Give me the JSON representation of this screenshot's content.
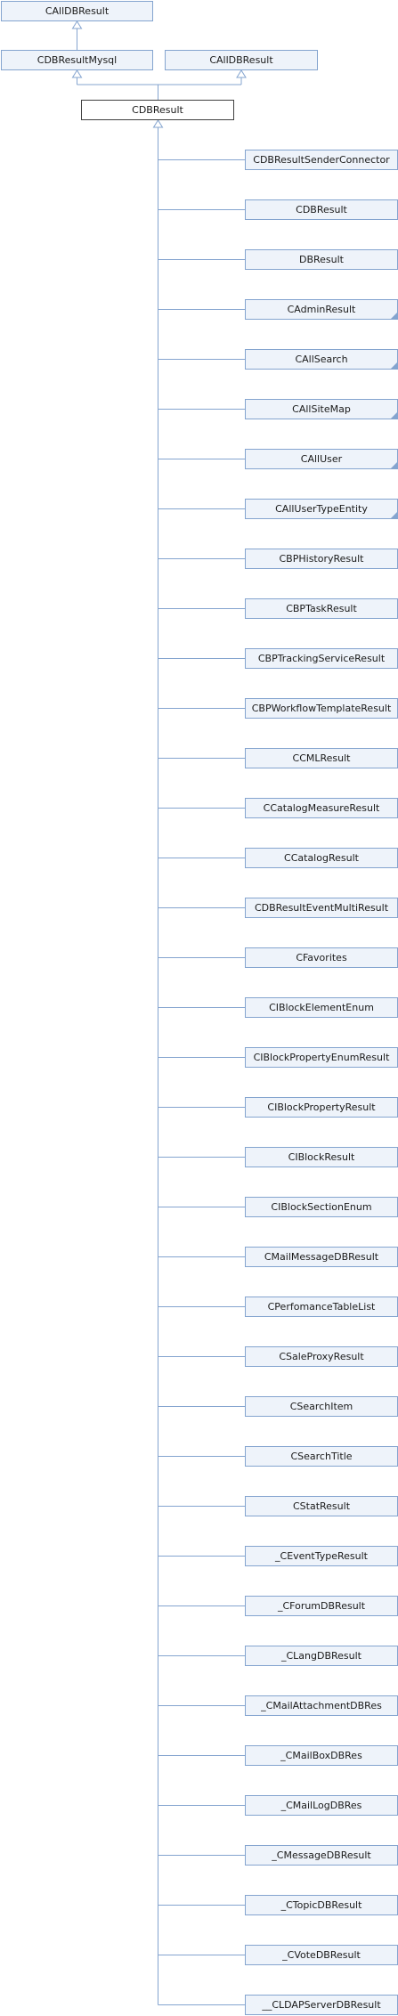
{
  "bases": {
    "top": "CAllDBResult",
    "mysql": "CDBResultMysql",
    "alldb": "CAllDBResult"
  },
  "current": "CDBResult",
  "children": [
    {
      "label": "CDBResultSenderConnector",
      "more": false
    },
    {
      "label": "CDBResult",
      "more": false
    },
    {
      "label": "DBResult",
      "more": false
    },
    {
      "label": "CAdminResult",
      "more": true
    },
    {
      "label": "CAllSearch",
      "more": true
    },
    {
      "label": "CAllSiteMap",
      "more": true
    },
    {
      "label": "CAllUser",
      "more": true
    },
    {
      "label": "CAllUserTypeEntity",
      "more": true
    },
    {
      "label": "CBPHistoryResult",
      "more": false
    },
    {
      "label": "CBPTaskResult",
      "more": false
    },
    {
      "label": "CBPTrackingServiceResult",
      "more": false
    },
    {
      "label": "CBPWorkflowTemplateResult",
      "more": false
    },
    {
      "label": "CCMLResult",
      "more": false
    },
    {
      "label": "CCatalogMeasureResult",
      "more": false
    },
    {
      "label": "CCatalogResult",
      "more": false
    },
    {
      "label": "CDBResultEventMultiResult",
      "more": false
    },
    {
      "label": "CFavorites",
      "more": false
    },
    {
      "label": "CIBlockElementEnum",
      "more": false
    },
    {
      "label": "CIBlockPropertyEnumResult",
      "more": false
    },
    {
      "label": "CIBlockPropertyResult",
      "more": false
    },
    {
      "label": "CIBlockResult",
      "more": false
    },
    {
      "label": "CIBlockSectionEnum",
      "more": false
    },
    {
      "label": "CMailMessageDBResult",
      "more": false
    },
    {
      "label": "CPerfomanceTableList",
      "more": false
    },
    {
      "label": "CSaleProxyResult",
      "more": false
    },
    {
      "label": "CSearchItem",
      "more": false
    },
    {
      "label": "CSearchTitle",
      "more": false
    },
    {
      "label": "CStatResult",
      "more": false
    },
    {
      "label": "_CEventTypeResult",
      "more": false
    },
    {
      "label": "_CForumDBResult",
      "more": false
    },
    {
      "label": "_CLangDBResult",
      "more": false
    },
    {
      "label": "_CMailAttachmentDBRes",
      "more": false
    },
    {
      "label": "_CMailBoxDBRes",
      "more": false
    },
    {
      "label": "_CMailLogDBRes",
      "more": false
    },
    {
      "label": "_CMessageDBResult",
      "more": false
    },
    {
      "label": "_CTopicDBResult",
      "more": false
    },
    {
      "label": "_CVoteDBResult",
      "more": false
    },
    {
      "label": "__CLDAPServerDBResult",
      "more": false
    }
  ],
  "colors": {
    "node_fill": "#eef3fa",
    "node_border": "#84a4cf",
    "edge": "#84a4cf",
    "current_border": "#404040"
  }
}
